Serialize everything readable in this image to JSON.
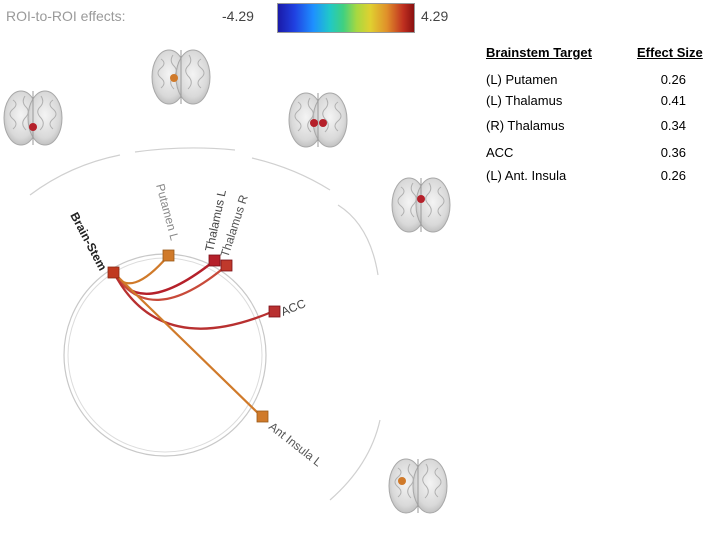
{
  "colorbar": {
    "title": "ROI-to-ROI effects:",
    "min_label": "-4.29",
    "max_label": "4.29"
  },
  "table": {
    "header_target": "Brainstem Target",
    "header_effect": "Effect Size",
    "rows": [
      {
        "target": "(L) Putamen",
        "effect": "0.26"
      },
      {
        "target": "(L) Thalamus",
        "effect": "0.41"
      },
      {
        "target": "(R) Thalamus",
        "effect": "0.34"
      },
      {
        "target": "ACC",
        "effect": "0.36"
      },
      {
        "target": "(L) Ant. Insula",
        "effect": "0.26"
      }
    ]
  },
  "connectome": {
    "source": "Brain-Stem",
    "nodes": [
      {
        "id": "putamen-l",
        "label": "Putamen L",
        "effect": 0.26
      },
      {
        "id": "thalamus-l",
        "label": "Thalamus L",
        "effect": 0.41
      },
      {
        "id": "thalamus-r",
        "label": "Thalamus R",
        "effect": 0.34
      },
      {
        "id": "acc",
        "label": "ACC",
        "effect": 0.36
      },
      {
        "id": "ant-insula-l",
        "label": "Ant Insula L",
        "effect": 0.26
      }
    ],
    "colors": {
      "source_node": "#c0391f",
      "low_effect": "#d07a2a",
      "high_effect": "#b5202a",
      "ring": "#c8c8c8"
    }
  }
}
